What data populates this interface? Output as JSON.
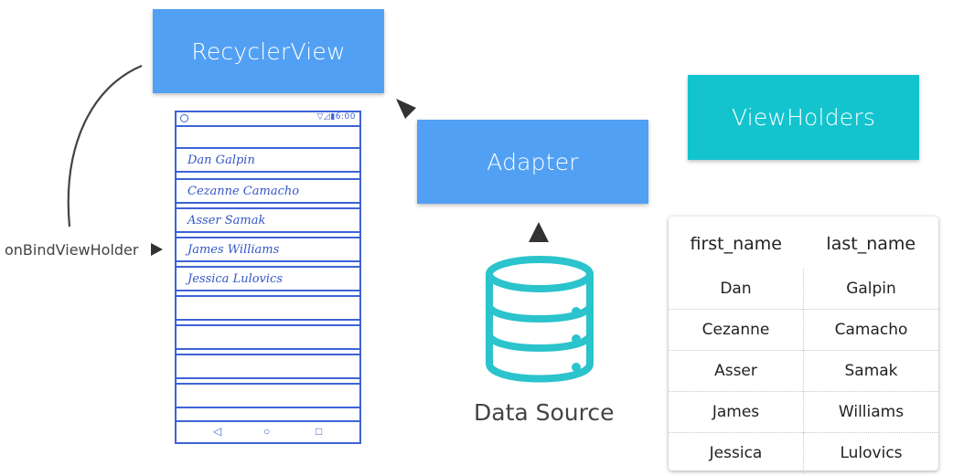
{
  "boxes": {
    "recyclerview": "RecyclerView",
    "adapter": "Adapter",
    "viewholders": "ViewHolders"
  },
  "labels": {
    "on_bind": "onBindViewHolder",
    "data_source": "Data Source"
  },
  "phone": {
    "status_icons": "▽◿▮6:00",
    "rows": [
      "Dan Galpin",
      "Cezanne Camacho",
      "Asser Samak",
      "James Williams",
      "Jessica Lulovics"
    ],
    "nav_icons": [
      "back-icon",
      "home-icon",
      "recents-icon"
    ]
  },
  "table": {
    "headers": [
      "first_name",
      "last_name"
    ],
    "rows": [
      [
        "Dan",
        "Galpin"
      ],
      [
        "Cezanne",
        "Camacho"
      ],
      [
        "Asser",
        "Samak"
      ],
      [
        "James",
        "Williams"
      ],
      [
        "Jessica",
        "Lulovics"
      ]
    ]
  },
  "colors": {
    "blue_box": "#52a0f4",
    "teal_box": "#13c4cf",
    "sketch_blue": "#3d63d6",
    "database": "#2bc3cc",
    "arrow": "#333333"
  }
}
